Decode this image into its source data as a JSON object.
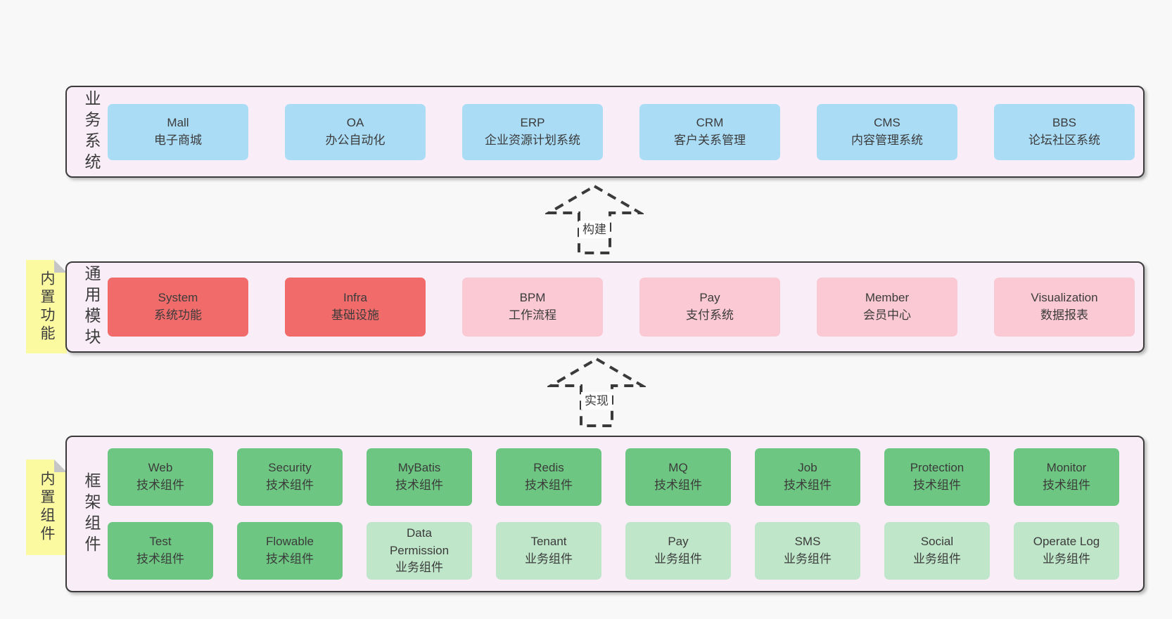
{
  "colors": {
    "page_bg": "#f8f8f8",
    "container_bg": "#f9eef7",
    "container_border": "#3b3b3b",
    "box_blue": "#aadcf6",
    "box_red": "#f16b6b",
    "box_pink": "#fbc9d4",
    "box_green": "#6dc681",
    "box_green_light": "#bfe6c9",
    "note_bg": "#fbfaa1",
    "note_fold": "#c6c6c6",
    "text": "#3b3b3b",
    "arrow_stroke": "#3a3a3a",
    "arrow_label_bg": "#ffffff"
  },
  "business": {
    "label": "业务系统",
    "items": [
      {
        "en": "Mall",
        "zh": "电子商城"
      },
      {
        "en": "OA",
        "zh": "办公自动化"
      },
      {
        "en": "ERP",
        "zh": "企业资源计划系统"
      },
      {
        "en": "CRM",
        "zh": "客户关系管理"
      },
      {
        "en": "CMS",
        "zh": "内容管理系统"
      },
      {
        "en": "BBS",
        "zh": "论坛社区系统"
      }
    ]
  },
  "arrows": {
    "build": "构建",
    "implement": "实现"
  },
  "modules": {
    "label": "通用模块",
    "note": "内置功能",
    "items": [
      {
        "en": "System",
        "zh": "系统功能"
      },
      {
        "en": "Infra",
        "zh": "基础设施"
      },
      {
        "en": "BPM",
        "zh": "工作流程"
      },
      {
        "en": "Pay",
        "zh": "支付系统"
      },
      {
        "en": "Member",
        "zh": "会员中心"
      },
      {
        "en": "Visualization",
        "zh": "数据报表"
      }
    ]
  },
  "components": {
    "label": "框架组件",
    "note": "内置组件",
    "row1": [
      {
        "en": "Web",
        "zh": "技术组件"
      },
      {
        "en": "Security",
        "zh": "技术组件"
      },
      {
        "en": "MyBatis",
        "zh": "技术组件"
      },
      {
        "en": "Redis",
        "zh": "技术组件"
      },
      {
        "en": "MQ",
        "zh": "技术组件"
      },
      {
        "en": "Job",
        "zh": "技术组件"
      },
      {
        "en": "Protection",
        "zh": "技术组件"
      },
      {
        "en": "Monitor",
        "zh": "技术组件"
      }
    ],
    "row2": [
      {
        "en": "Test",
        "zh": "技术组件"
      },
      {
        "en": "Flowable",
        "zh": "技术组件"
      },
      {
        "en": "Data\nPermission",
        "zh": "业务组件"
      },
      {
        "en": "Tenant",
        "zh": "业务组件"
      },
      {
        "en": "Pay",
        "zh": "业务组件"
      },
      {
        "en": "SMS",
        "zh": "业务组件"
      },
      {
        "en": "Social",
        "zh": "业务组件"
      },
      {
        "en": "Operate Log",
        "zh": "业务组件"
      }
    ]
  }
}
